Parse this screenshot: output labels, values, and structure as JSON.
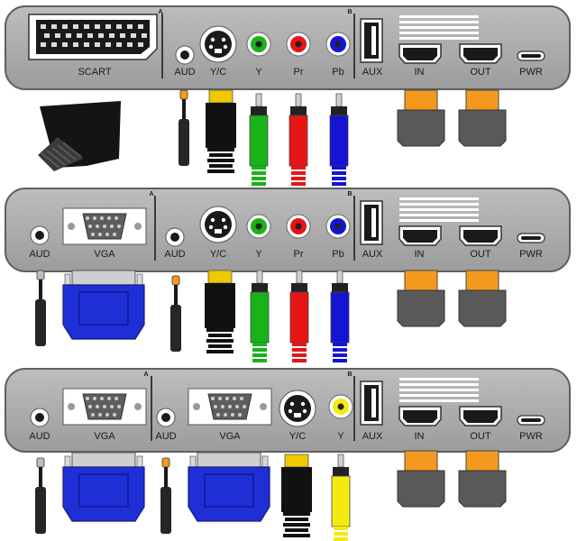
{
  "colors": {
    "panel": "#a9a9a9",
    "panel_edge": "#5f5f5f",
    "connector_black": "#1a1a1a",
    "plug_orange": "#f39a1e",
    "plug_grey": "#595959",
    "vga_blue": "#1f2fd6",
    "green": "#19b219",
    "red": "#e61515",
    "blue": "#1414d2",
    "yellow": "#f5ea10",
    "s_yellow": "#f0c800"
  },
  "panels": [
    {
      "section_a": "A",
      "section_b": "B",
      "labels": {
        "scart": "SCART",
        "aud": "AUD",
        "yc": "Y/C",
        "y": "Y",
        "pr": "Pr",
        "pb": "Pb",
        "aux": "AUX",
        "in": "IN",
        "out": "OUT",
        "pwr": "PWR"
      }
    },
    {
      "section_a": "A",
      "section_b": "B",
      "labels": {
        "aud_left": "AUD",
        "vga": "VGA",
        "aud": "AUD",
        "yc": "Y/C",
        "y": "Y",
        "pr": "Pr",
        "pb": "Pb",
        "aux": "AUX",
        "in": "IN",
        "out": "OUT",
        "pwr": "PWR"
      }
    },
    {
      "section_a": "A",
      "section_b": "B",
      "labels": {
        "aud_left": "AUD",
        "vga1": "VGA",
        "aud_mid": "AUD",
        "vga2": "VGA",
        "yc": "Y/C",
        "y": "Y",
        "aux": "AUX",
        "in": "IN",
        "out": "OUT",
        "pwr": "PWR"
      }
    }
  ]
}
